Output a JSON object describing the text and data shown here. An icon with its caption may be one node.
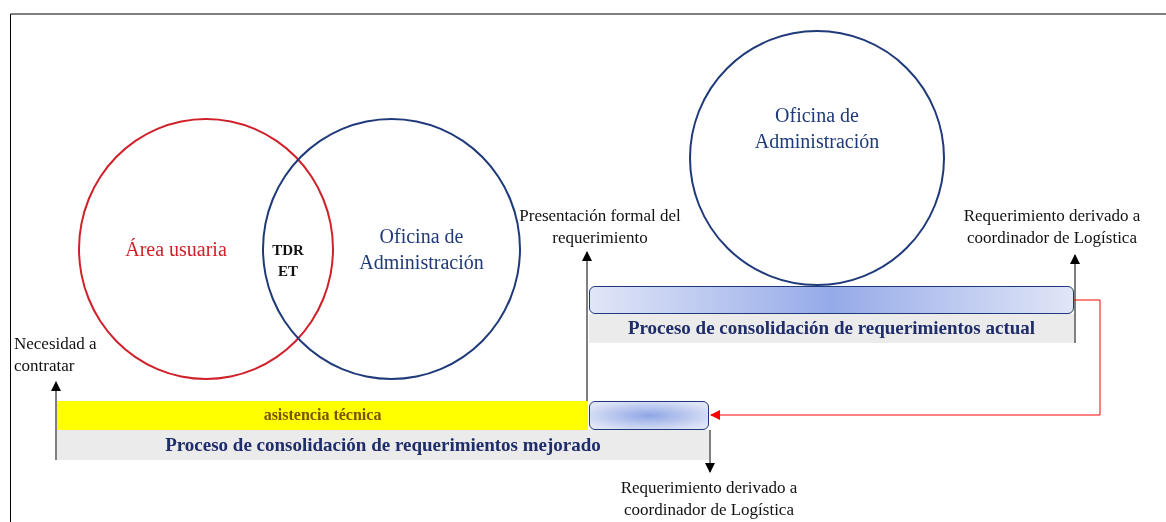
{
  "diagram": {
    "nodes": [
      {
        "text": [
          "Oficina de Administración"
        ]
      },
      {
        "text": [
          "Presentación formal del requerimiento"
        ]
      },
      {
        "text": [
          "Requerimiento derivado a coordinador de Logística"
        ]
      },
      {
        "text": [
          "Área usuaria"
        ]
      },
      {
        "text": [
          "Oficina de Administración"
        ]
      },
      {
        "text": [],
        "shape": "bar"
      },
      {
        "text": [
          "Proceso de consolidación de requerimientos actual"
        ]
      },
      {
        "text": [
          "Necesidad a contratar"
        ]
      },
      {
        "text": [
          "asistencia técnica"
        ]
      },
      {
        "text": [],
        "shape": "bar"
      },
      {
        "text": [
          "Proceso de consolidación de requerimientos mejorado"
        ]
      },
      {
        "text": [
          "Requerimiento derivado a coordinador de Logística"
        ]
      }
    ],
    "edges": [
      {
        "from": 9,
        "to": 1,
        "arrow": "to"
      },
      {
        "from": 6,
        "to": 2,
        "arrow": "to"
      },
      {
        "from": 10,
        "to": 7,
        "arrow": "to"
      },
      {
        "from": 5,
        "to": 9,
        "arrow": "to",
        "color": "#ff0000"
      },
      {
        "from": 9,
        "to": 11,
        "arrow": "to"
      }
    ],
    "labels": [
      "TDR ET"
    ]
  }
}
